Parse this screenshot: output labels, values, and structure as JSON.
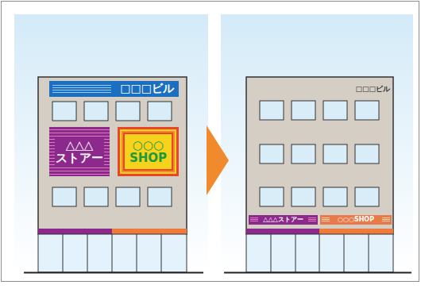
{
  "diagram": {
    "nodes": [
      {
        "text": [
          "□□□ビル"
        ]
      },
      {
        "text": [
          "△△△ ストアー"
        ]
      },
      {
        "text": [
          "○○○ SHOP"
        ]
      },
      {
        "text": [
          "△△△ストアー"
        ]
      },
      {
        "text": [
          "○○○SHOP"
        ]
      }
    ],
    "labels": [
      "□□□ビル"
    ]
  }
}
